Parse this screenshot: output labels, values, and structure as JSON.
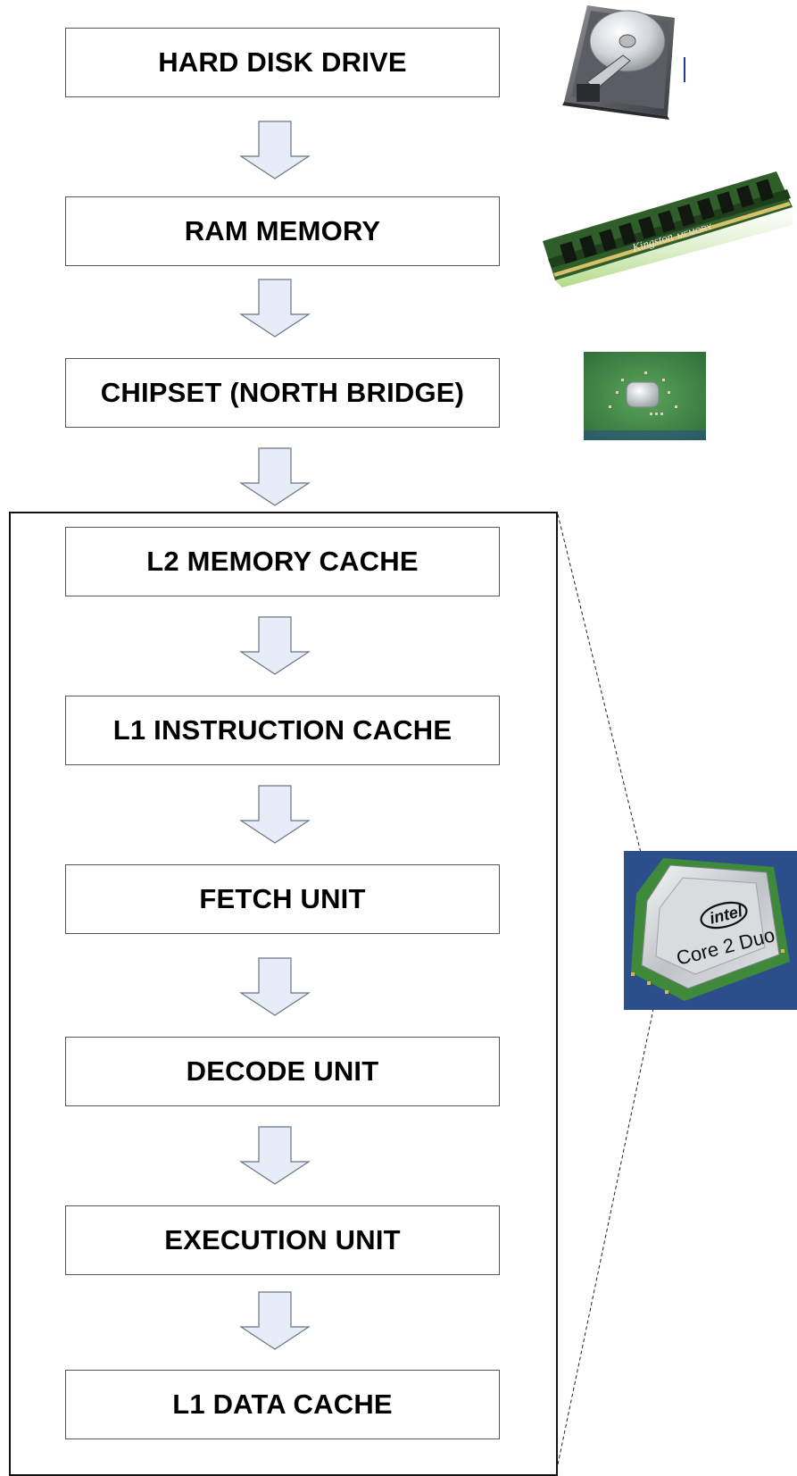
{
  "diagram": {
    "steps": [
      {
        "id": "hdd",
        "label": "HARD DISK DRIVE"
      },
      {
        "id": "ram",
        "label": "RAM MEMORY"
      },
      {
        "id": "chipset",
        "label": "CHIPSET (NORTH BRIDGE)"
      },
      {
        "id": "l2",
        "label": "L2 MEMORY CACHE"
      },
      {
        "id": "l1i",
        "label": "L1 INSTRUCTION CACHE"
      },
      {
        "id": "fetch",
        "label": "FETCH UNIT"
      },
      {
        "id": "decode",
        "label": "DECODE UNIT"
      },
      {
        "id": "exec",
        "label": "EXECUTION UNIT"
      },
      {
        "id": "l1d",
        "label": "L1 DATA CACHE"
      }
    ],
    "images": {
      "hdd": {
        "icon": "hard-disk-drive-photo"
      },
      "ram": {
        "icon": "ram-module-photo",
        "brand_text": "Kingston",
        "module_text": "MEMORY"
      },
      "chipset": {
        "icon": "chipset-photo"
      },
      "cpu": {
        "icon": "cpu-photo",
        "logo_text": "intel",
        "model_text": "Core 2 Duo"
      }
    },
    "colors": {
      "arrow_fill": "#e6edf8",
      "arrow_stroke": "#6b7480",
      "box_border": "#555555",
      "cpu_bg": "#2c4f8c"
    }
  }
}
